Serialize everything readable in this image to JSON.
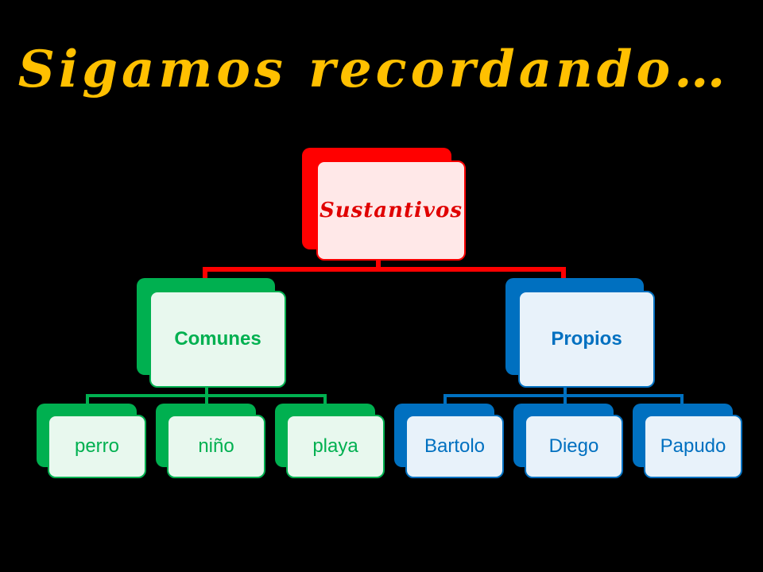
{
  "slide": {
    "title": "Sigamos recordando…"
  },
  "diagram": {
    "root": {
      "label": "Sustantivos",
      "color": "#FF0000"
    },
    "left": {
      "label": "Comunes",
      "color": "#00B050",
      "children": [
        "perro",
        "niño",
        "playa"
      ]
    },
    "right": {
      "label": "Propios",
      "color": "#0070C0",
      "children": [
        "Bartolo",
        "Diego",
        "Papudo"
      ]
    }
  }
}
